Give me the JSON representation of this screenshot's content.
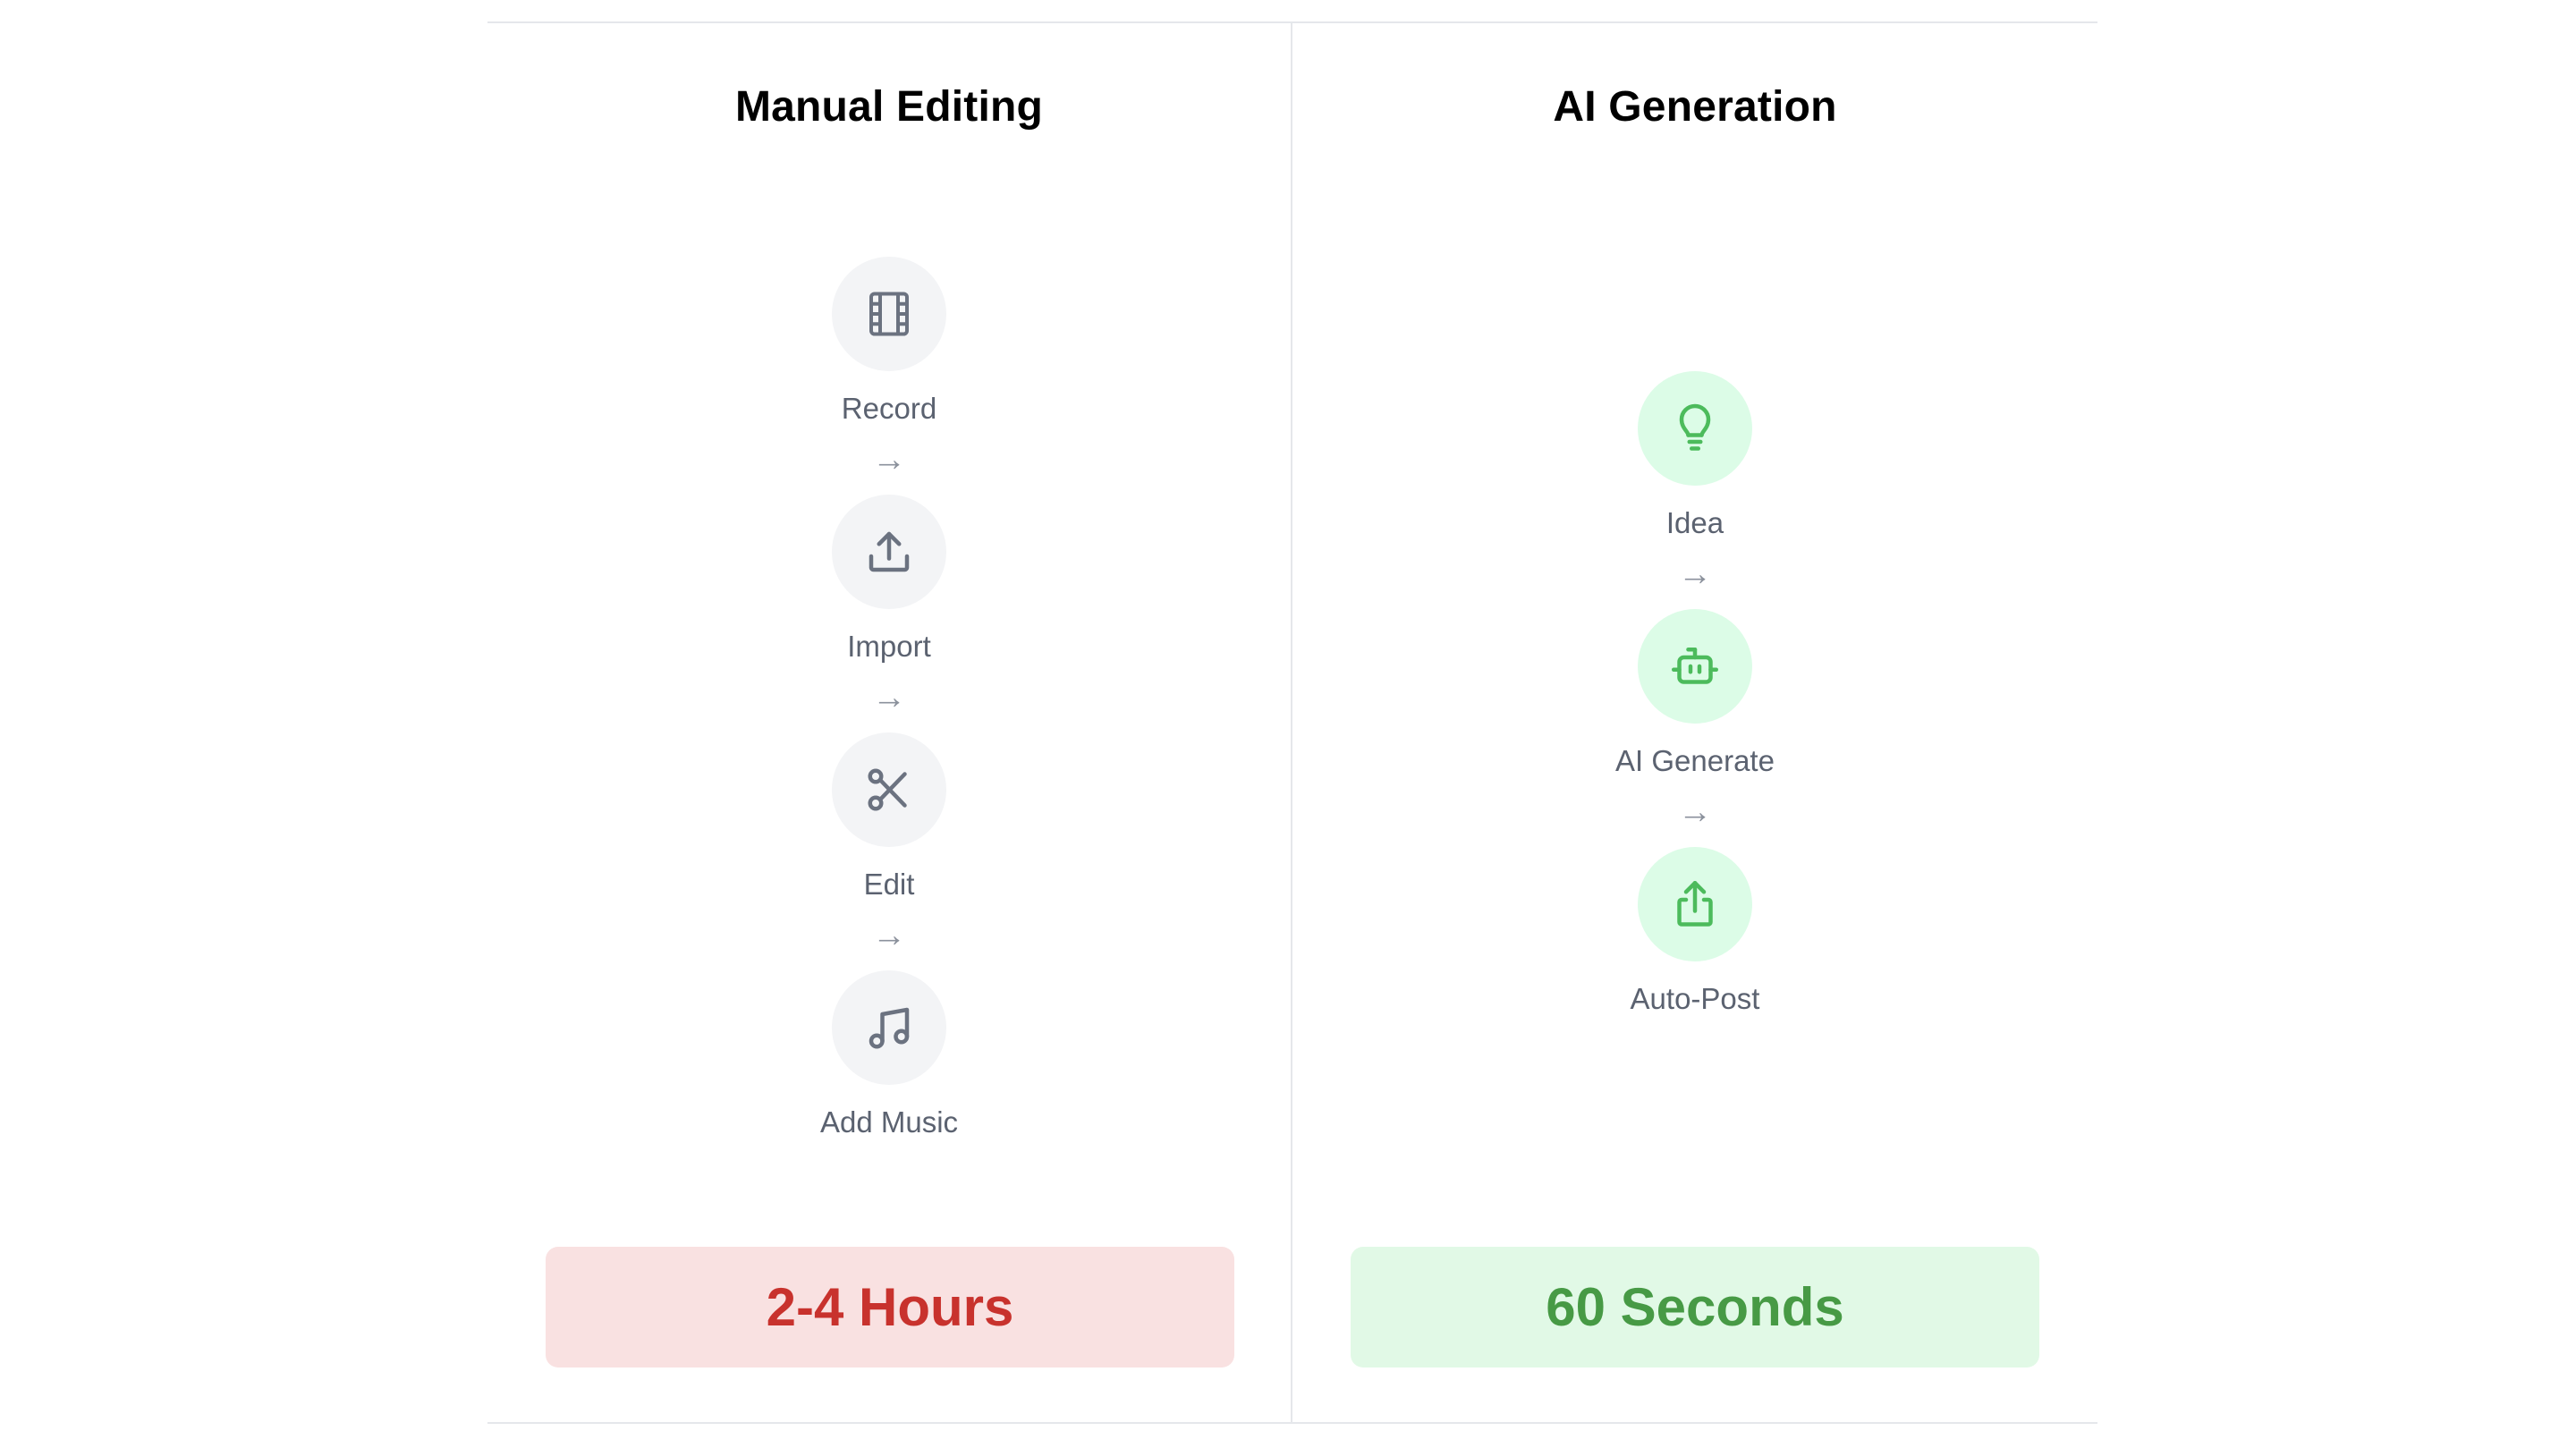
{
  "manual": {
    "title": "Manual Editing",
    "steps": [
      {
        "label": "Record",
        "icon": "film-icon"
      },
      {
        "label": "Import",
        "icon": "upload-icon"
      },
      {
        "label": "Edit",
        "icon": "scissors-icon"
      },
      {
        "label": "Add Music",
        "icon": "music-icon"
      }
    ],
    "arrow": "→",
    "time": "2-4 Hours",
    "colors": {
      "circle_bg": "#f3f4f6",
      "icon": "#6b7280",
      "badge_bg": "#f9e1e1",
      "badge_text": "#c8322d"
    }
  },
  "ai": {
    "title": "AI Generation",
    "steps": [
      {
        "label": "Idea",
        "icon": "lightbulb-icon"
      },
      {
        "label": "AI Generate",
        "icon": "robot-icon"
      },
      {
        "label": "Auto-Post",
        "icon": "share-icon"
      }
    ],
    "arrow": "→",
    "time": "60 Seconds",
    "colors": {
      "circle_bg": "#dcfce7",
      "icon": "#4cbb5c",
      "badge_bg": "#e1f9e6",
      "badge_text": "#479a45"
    }
  }
}
